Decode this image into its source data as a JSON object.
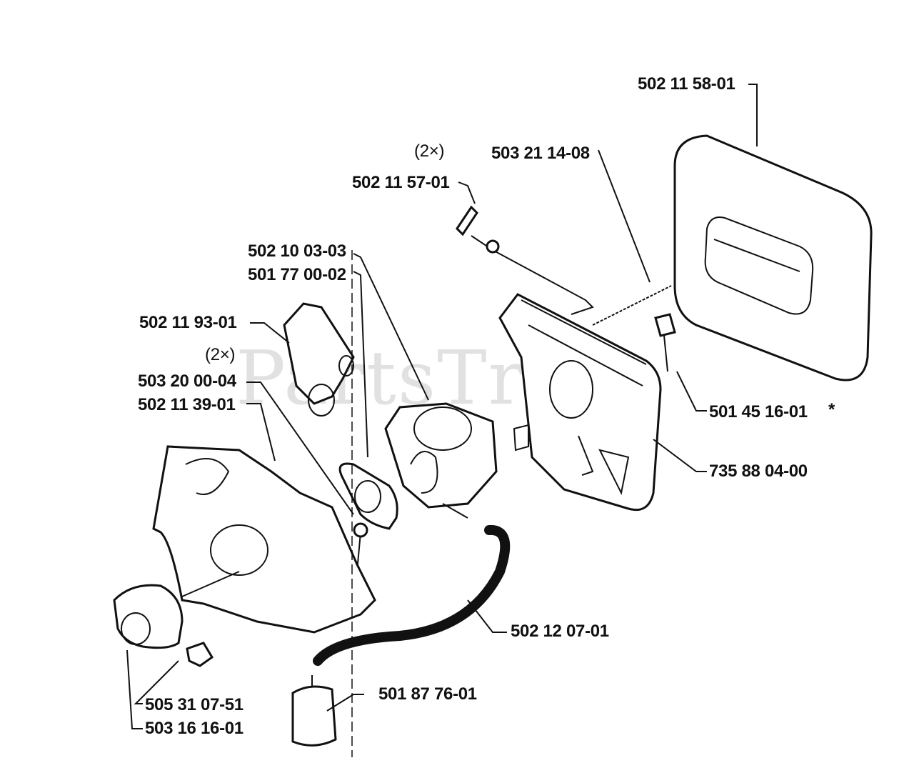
{
  "watermark": "PartsTree",
  "part_numbers": {
    "air_filter": "502 11 58-01",
    "qty_1": "(2×)",
    "spring": "503 21 14-08",
    "choke_pin": "502 11 57-01",
    "carb": "502 10 03-03",
    "carb_kit": "501 77 00-02",
    "intake_boot": "502 11 93-01",
    "qty_2": "(2×)",
    "screw": "503 20 00-04",
    "gasket": "502 11 39-01",
    "bolt": "501 45 16-01",
    "bolt_note": "*",
    "filter_holder": "735 88 04-00",
    "fuel_hose": "502 12 07-01",
    "fuel_filter": "501 87 76-01",
    "grommet": "505 31 07-51",
    "plug": "503 16 16-01"
  },
  "colors": {
    "line": "#111111",
    "background": "#ffffff"
  }
}
